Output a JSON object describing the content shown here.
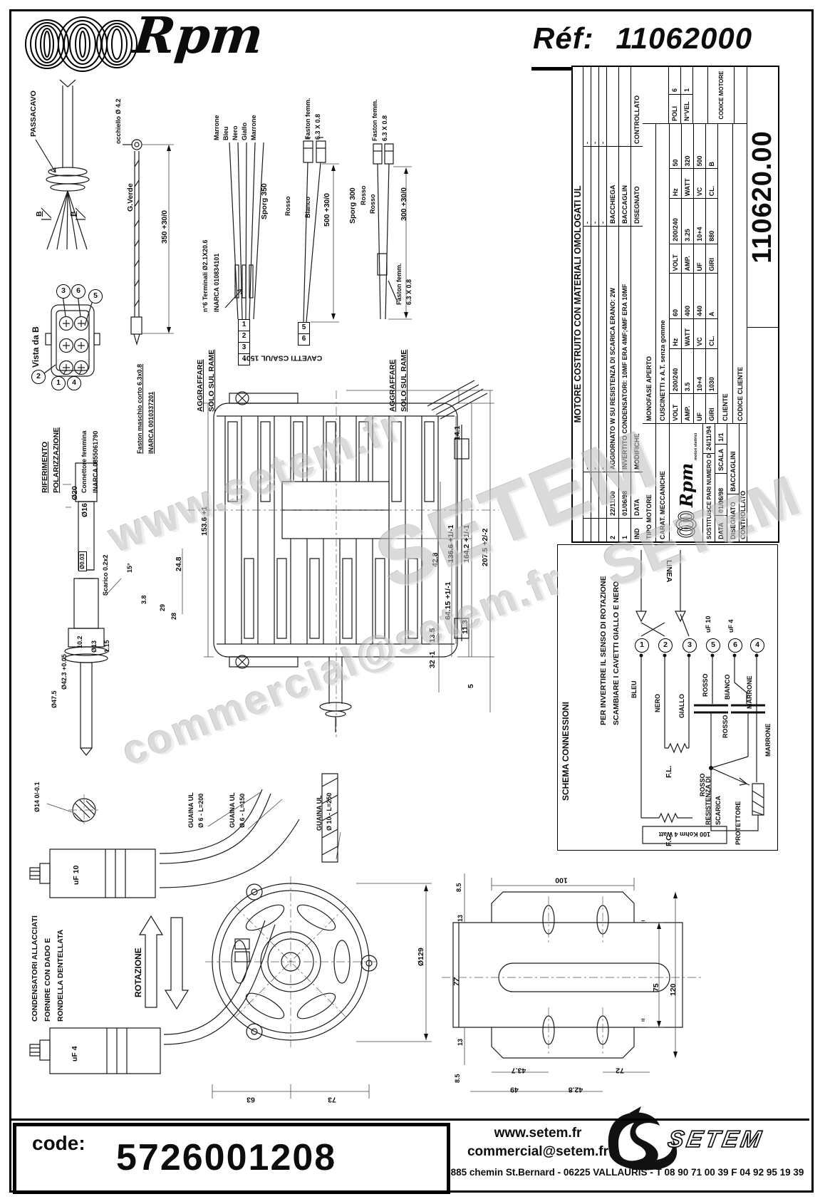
{
  "header": {
    "brand": "Rpm",
    "ref_label": "Réf:",
    "ref_value": "11062000"
  },
  "watermarks": {
    "wm1": "www.setem.fr",
    "wm2": "SETEM",
    "wm3": "commercial@setem.fr",
    "wm4": "SETEM"
  },
  "wiring": {
    "passacavo": "PASSACAVO",
    "vista_b": "Vista da B",
    "b1": "B",
    "b2": "B",
    "riferimento": "RIFERIMENTO",
    "polarizzazione": "POLARIZZAZIONE",
    "connettore": "Connettore femmina",
    "inarca_connettore": "INARCA 0855061790",
    "faston_maschio": "Faston maschio corto 6.3x0.8",
    "inarca_faston": "INARCA 0010337201",
    "occhiello": "occhiello Ø 4.2",
    "gverde": "G.Verde",
    "dim350": "350 +30/0",
    "terminali": "n°6 Terminali Ø2.1X20.6",
    "inarca_terminali": "INARCA 010834101",
    "aggraffare": "AGGRAFFARE",
    "solo_rame": "SOLO SUL RAME",
    "cavetti": "CAVETTI CSA/UL 150°",
    "colors5": [
      "Marrone",
      "Bleu",
      "Nero",
      "Giallo",
      "Marrone"
    ],
    "sporg350": "Sporg 350",
    "dim500": "500 +30/0",
    "sporg300": "Sporg 300",
    "dim300": "300 +30/0",
    "rosso": "Rosso",
    "bianco": "Bianco",
    "faston_femm": "Faston femm.",
    "faston_size": "6.3 X 0.8",
    "boxes1": [
      "1",
      "2",
      "3",
      "4"
    ],
    "boxes2": [
      "5",
      "6"
    ],
    "conn_top": [
      "3",
      "6",
      "5"
    ],
    "conn_bottom": [
      "2",
      "1",
      "4"
    ]
  },
  "motor_dims": {
    "d141": "14.1",
    "d1536": "153.6 +1",
    "d428": "42.8",
    "d1366": "136.6 +1/-1",
    "d1642": "164.2 +1/-1",
    "d2075": "207.5 +2/-2",
    "d6415": "64.15 +1/-1",
    "d113": "11.3",
    "d135": "13.5",
    "d32": "32 -1",
    "d5": "5",
    "d248": "24.8",
    "d38": "3.8",
    "d28": "28",
    "d29": "29",
    "d115": "1.15",
    "d102": "10.2",
    "d13": "Ø13",
    "d20": "Ø20",
    "d16": "Ø16",
    "scarico": "Scarico 0.2x2",
    "tol": "Ø0.03",
    "d15deg": "15°",
    "d423": "Ø42.3 +0.05",
    "d475": "Ø47.5",
    "d14": "Ø14 0/-0.1"
  },
  "bottom_left": {
    "cond1": "CONDENSATORI ALLACCIATI",
    "cond2": "FORNIRE CON DADO E",
    "cond3": "RONDELLA DENTELLATA",
    "uf10": "uF 10",
    "uf4": "uF 4",
    "rotazione": "ROTAZIONE",
    "guaina": "GUAINA UL",
    "guaina1": "Ø 6 - L=200",
    "guaina2": "Ø 6 - L=150",
    "guaina3": "Ø 10 - L=250",
    "d129": "Ø129",
    "d63": "63",
    "d73": "73"
  },
  "bracket_dims": {
    "d85a": "8.5",
    "d100": "100",
    "d13a": "13",
    "d77": "77",
    "d13b": "13",
    "d85b": "8.5",
    "d437": "43.7",
    "d49": "49",
    "d428": "42.8",
    "d72": "72",
    "d75": "75",
    "d120": "120",
    "eq": "="
  },
  "title_block": {
    "vertical_title": "MOTORE COSTRUITO CON MATERIALI OMOLOGATI UL",
    "dash": "-",
    "revisions": [
      {
        "ind": "2",
        "data": "22/11/00",
        "mod": "AGGIORNATO W SU RESISTENZA DI SCARICA ERANO: 2W",
        "dis": "BACCHIEGA"
      },
      {
        "ind": "1",
        "data": "01/06/98",
        "mod": "INVERTITO CONDENSATORI: 10MF ERA 4MF;4MF ERA 10MF",
        "dis": "BACCAGLIN"
      }
    ],
    "rev_headers": {
      "ind": "IND",
      "data": "DATA",
      "mod": "MODIFICHE",
      "dis": "DISEGNATO",
      "con": "CONTROLLATO"
    },
    "tipo_label": "TIPO MOTORE",
    "tipo_value": "MONOFASE APERTO",
    "carat_label": "CARAT. MECCANICHE",
    "carat_value": "CUSCINETTI x A.T. senza gomme",
    "specs": [
      [
        "VOLT",
        "200/240",
        "Hz",
        "60",
        "VOLT",
        "200/240",
        "Hz",
        "50"
      ],
      [
        "AMP.",
        "3.5",
        "WATT",
        "400",
        "AMP.",
        "3.25",
        "WATT",
        "320"
      ],
      [
        "UF",
        "10+4",
        "VC",
        "440",
        "UF",
        "10+4",
        "VC",
        "500"
      ],
      [
        "GIRI",
        "1030",
        "CL.",
        "A",
        "GIRI",
        "880",
        "CL.",
        "B"
      ]
    ],
    "poli_label": "POLI",
    "poli_value": "6",
    "nvel_label": "N°VEL",
    "nvel_value": "1",
    "codice_motore_label": "CODICE MOTORE",
    "codice_motore_value": "110620.00",
    "cliente_label": "CLIENTE",
    "codice_cliente_label": "CODICE CLIENTE",
    "logo_brand": "Rpm",
    "logo_sub": "motori elettrici",
    "sost_label": "SOSTITUISCE PARI NUMERO DEL",
    "sost_value": "24/11/94",
    "data_label": "DATA",
    "data_value": "01/06/98",
    "scala_label": "SCALA",
    "scala_value": "1/1",
    "disegnato_label": "DISEGNATO",
    "disegnato_value": "BACCAGLINI",
    "controllato_label": "CONTROLLATO"
  },
  "schema": {
    "title": "SCHEMA CONNESSIONI",
    "note1": "PER INVERTIRE IL SENSO DI ROTAZIONE",
    "note2": "SCAMBIARE I CAVETTI GIALLO E NERO",
    "linea": "LINEA",
    "terminals": [
      "1",
      "2",
      "3",
      "5",
      "6",
      "4"
    ],
    "w_bleu": "BLEU",
    "w_nero": "NERO",
    "w_giallo": "GIALLO",
    "w_rosso": "ROSSO",
    "w_bianco": "BIANCO",
    "w_marrone": "MARRONE",
    "w_marrone2": "MARRONE",
    "uf10": "uF 10",
    "uf4": "uF 4",
    "fl": "F.L.",
    "fc": "F.C.",
    "rosso_b1": "ROSSO",
    "rosso_b2": "ROSSO",
    "resistenza": "RESISTENZA DI",
    "scarica": "SCARICA",
    "resistor_box": "100 Kohm 4 Watt",
    "protettore": "PROTETTORE"
  },
  "footer": {
    "code_label": "code:",
    "code_value": "5726001208",
    "website": "www.setem.fr",
    "email": "commercial@setem.fr",
    "brand": "SETEM",
    "address": "885 chemin St.Bernard  -  06225 VALLAURIS  -  T 08 90 71 00 39   F 04 92 95 19 39"
  }
}
